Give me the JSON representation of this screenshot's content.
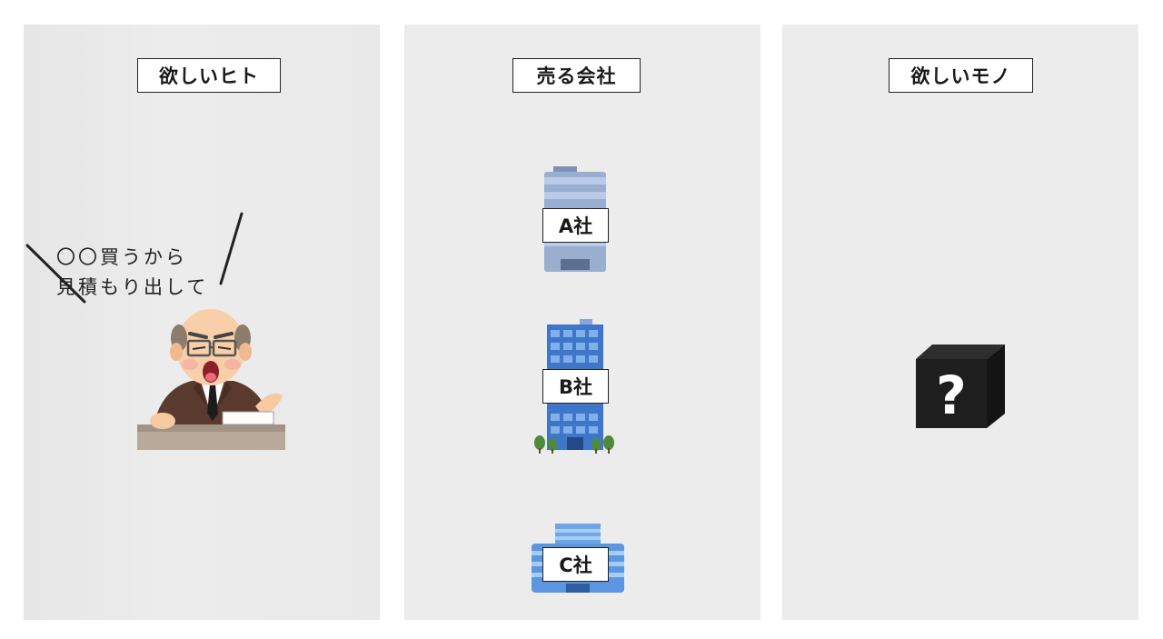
{
  "panels": [
    {
      "header": "欲しいヒト",
      "speech": [
        "〇〇買うから",
        "見積もり出して"
      ]
    },
    {
      "header": "売る会社",
      "companies": [
        "A社",
        "B社",
        "C社"
      ]
    },
    {
      "header": "欲しいモノ"
    }
  ],
  "colors": {
    "panel_bg": "#ececec",
    "building_blue": "#5b8fd6",
    "box": "#1e1e1e"
  }
}
